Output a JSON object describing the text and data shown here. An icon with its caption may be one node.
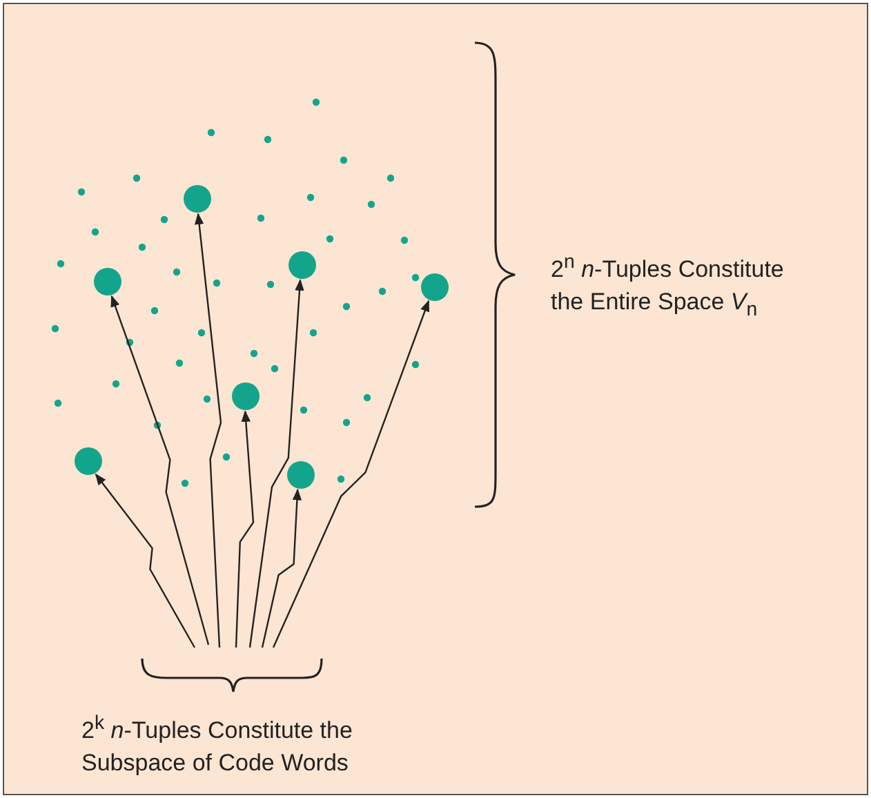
{
  "diagram": {
    "nodes": [
      {
        "text": [],
        "shape": "circle"
      },
      {
        "text": [],
        "shape": "circle"
      },
      {
        "text": [],
        "shape": "circle"
      },
      {
        "text": [],
        "shape": "circle"
      },
      {
        "text": [],
        "shape": "circle"
      },
      {
        "text": [],
        "shape": "circle"
      },
      {
        "text": [],
        "shape": "circle"
      },
      {
        "text": [
          "2$^{k}$ *n*-Tuples Constitute the Subspace of Code Words"
        ]
      }
    ],
    "edges": [
      {
        "from": 7,
        "to": 0,
        "arrow": "to"
      },
      {
        "from": 7,
        "to": 1,
        "arrow": "to"
      },
      {
        "from": 7,
        "to": 2,
        "arrow": "to"
      },
      {
        "from": 7,
        "to": 3,
        "arrow": "to"
      },
      {
        "from": 7,
        "to": 4,
        "arrow": "to"
      },
      {
        "from": 7,
        "to": 5,
        "arrow": "to"
      },
      {
        "from": 7,
        "to": 6,
        "arrow": "to"
      }
    ],
    "labels": [
      "2$^{n}$ *n*-Tuples Constitute the Entire Space *V*$_{n}$"
    ]
  }
}
